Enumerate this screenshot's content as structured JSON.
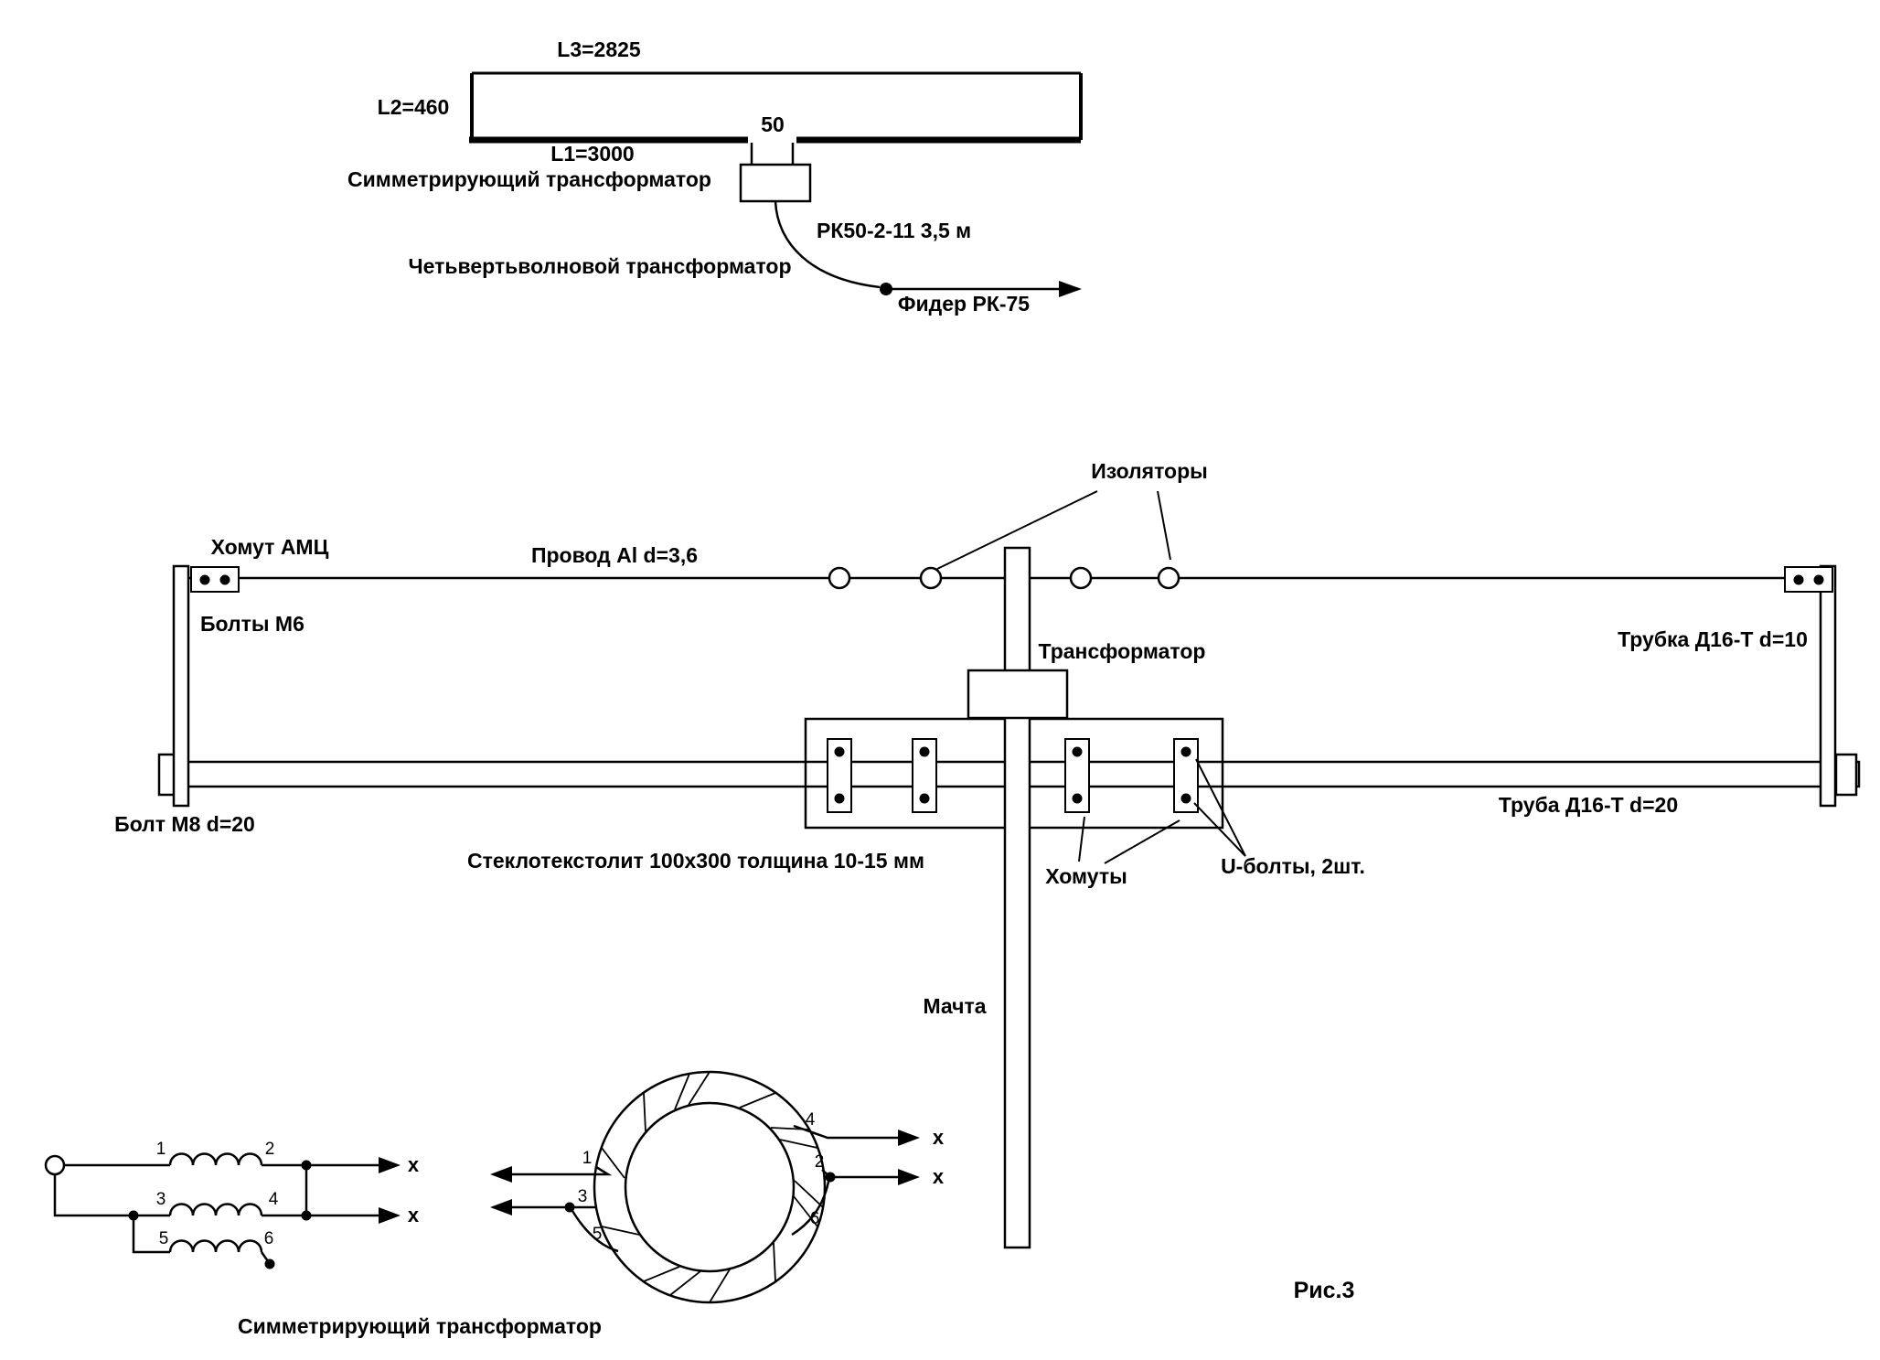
{
  "figure": {
    "caption": "Рис.3"
  },
  "colors": {
    "ink": "#000000",
    "paper": "#ffffff"
  },
  "top": {
    "l3": "L3=2825",
    "l2": "L2=460",
    "l1": "L1=3000",
    "feed_impedance": "50",
    "balun_label": "Симметрирующий трансформатор",
    "qw_label": "Четьвертьволновой трансформатор",
    "cable_label": "РК50-2-11 3,5 м",
    "feeder_label": "Фидер РК-75"
  },
  "asm": {
    "insulators": "Изоляторы",
    "clamp_amc": "Хомут АМЦ",
    "wire": "Провод Al d=3,6",
    "bolts_m6": "Болты М6",
    "transformer": "Трансформатор",
    "tube_d10": "Трубка Д16-Т d=10",
    "pipe_d20": "Труба Д16-Т d=20",
    "bolt_m8": "Болт М8 d=20",
    "plate": "Стеклотекстолит 100х300 толщина 10-15 мм",
    "clamps": "Хомуты",
    "u_bolts": "U-болты, 2шт.",
    "mast": "Мачта"
  },
  "balun": {
    "caption": "Симметрирующий трансформатор",
    "terminals": [
      "1",
      "2",
      "3",
      "4",
      "5",
      "6"
    ],
    "output": "x"
  },
  "toroid": {
    "terminals": [
      "1",
      "2",
      "3",
      "4",
      "5",
      "6"
    ],
    "output": "x"
  }
}
